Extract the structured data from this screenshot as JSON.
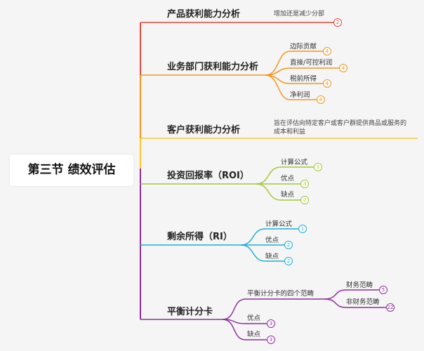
{
  "root": "第三节 绩效评估",
  "colors": {
    "red": "#e8473f",
    "orange": "#f7941d",
    "yellow": "#fbc531",
    "green": "#a4c639",
    "cyan": "#1ab0d8",
    "purple": "#8e2e9c"
  },
  "branches": [
    {
      "title": "产品获利能力分析",
      "note": "增加还是减少分部",
      "badge": "2"
    },
    {
      "title": "业务部门获利能力分析",
      "children": [
        {
          "label": "边际贡献",
          "badge": "4"
        },
        {
          "label": "直接/可控利润",
          "badge": "4"
        },
        {
          "label": "税前所得",
          "badge": "4"
        },
        {
          "label": "净利润",
          "badge": "4"
        }
      ]
    },
    {
      "title": "客户获利能力分析",
      "note_line1": "旨在评估向特定客户或客户群提供商品或服务的",
      "note_line2": "成本和利益"
    },
    {
      "title": "投资回报率（ROI）",
      "children": [
        {
          "label": "计算公式",
          "badge": "1"
        },
        {
          "label": "优点",
          "badge": "3"
        },
        {
          "label": "缺点",
          "badge": "2"
        }
      ]
    },
    {
      "title": "剩余所得（RI）",
      "children": [
        {
          "label": "计算公式",
          "badge": "1"
        },
        {
          "label": "优点",
          "badge": "2"
        },
        {
          "label": "缺点",
          "badge": "2"
        }
      ]
    },
    {
      "title": "平衡计分卡",
      "children": [
        {
          "label": "平衡计分卡的四个范畴",
          "children": [
            {
              "label": "财务范畴",
              "badge": "5"
            },
            {
              "label": "非财务范畴",
              "badge": "22"
            }
          ]
        },
        {
          "label": "优点",
          "badge": "3"
        },
        {
          "label": "缺点",
          "badge": "3"
        }
      ]
    }
  ]
}
